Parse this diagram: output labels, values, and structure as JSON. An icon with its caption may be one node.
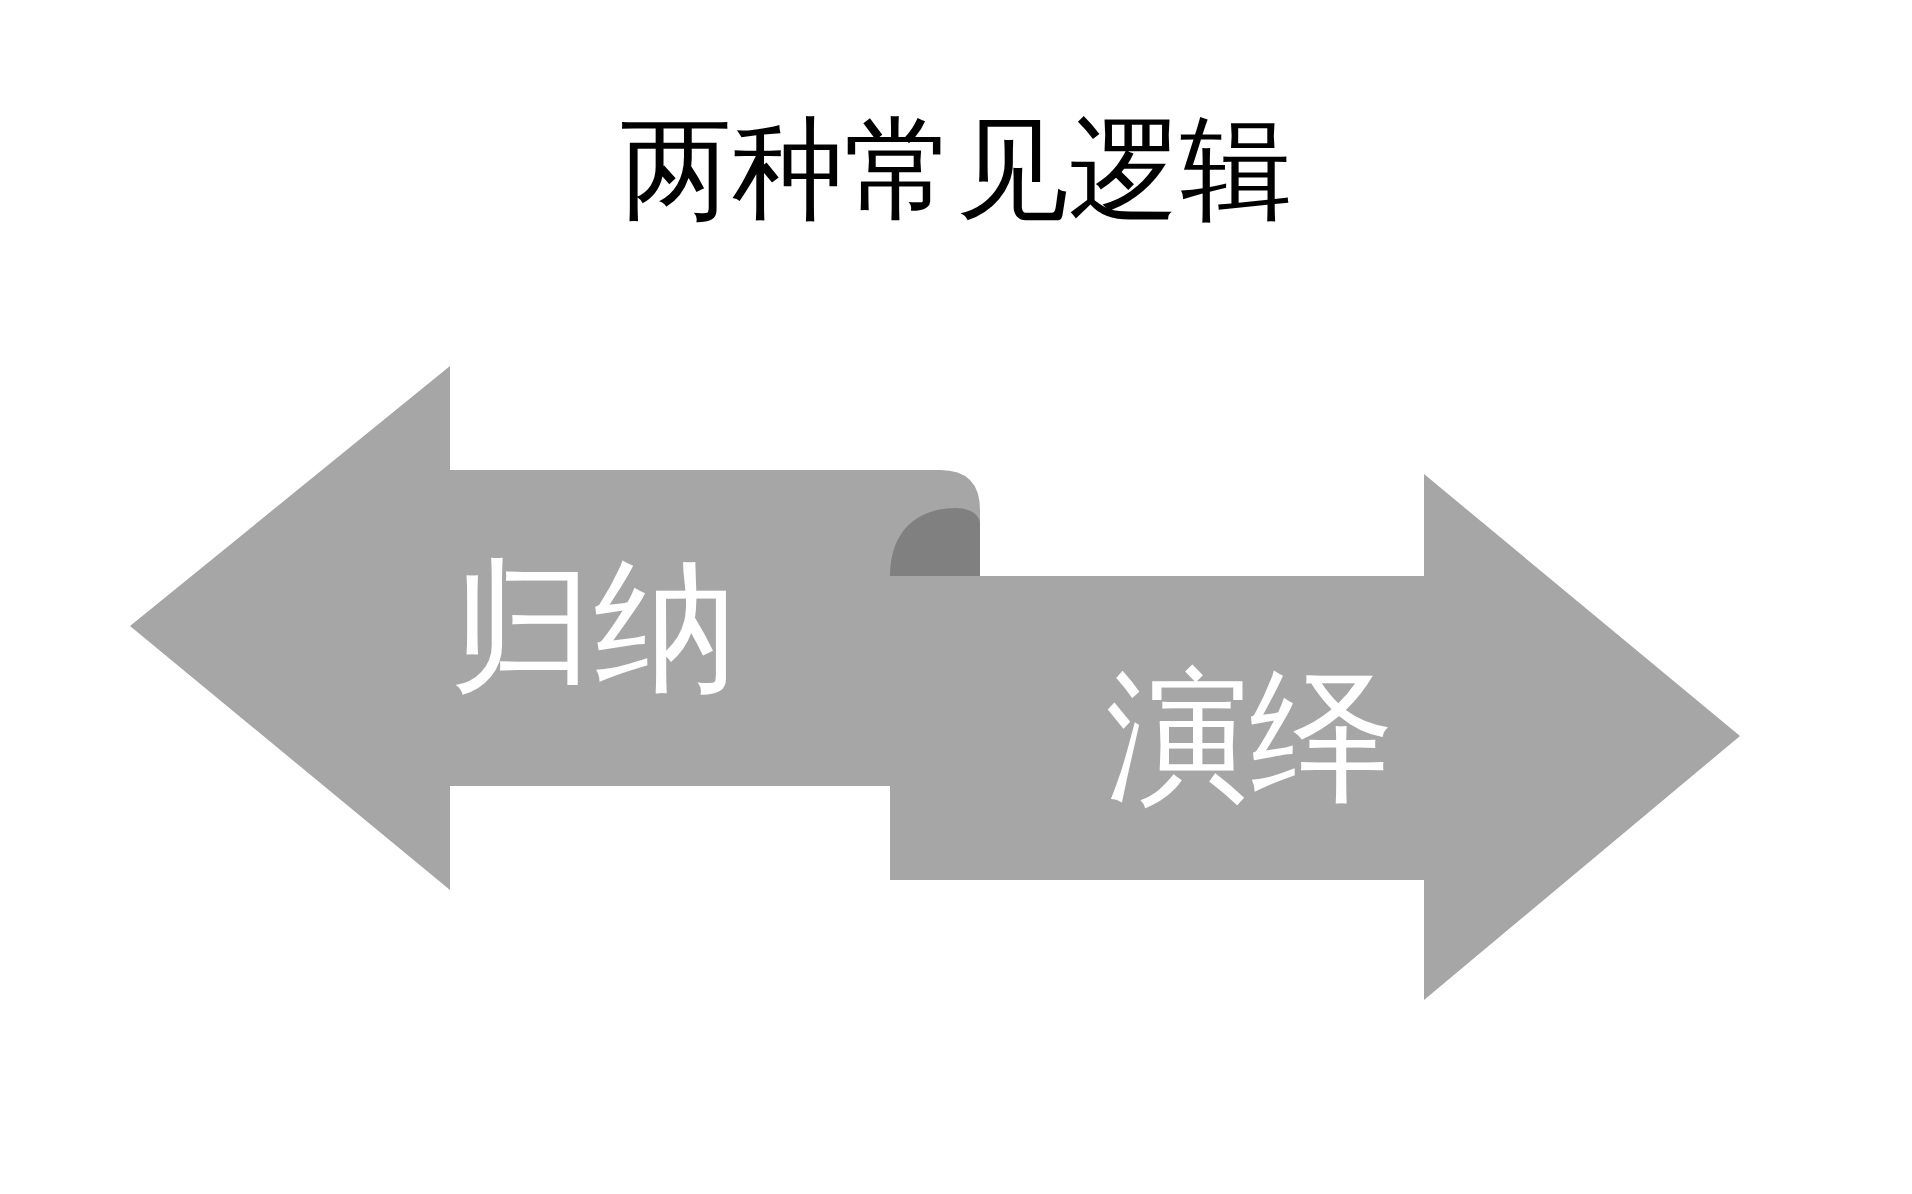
{
  "diagram": {
    "title": "两种常见逻辑",
    "nodes": [
      {
        "text": [
          "归纳"
        ]
      },
      {
        "text": [
          "演绎"
        ]
      }
    ]
  }
}
